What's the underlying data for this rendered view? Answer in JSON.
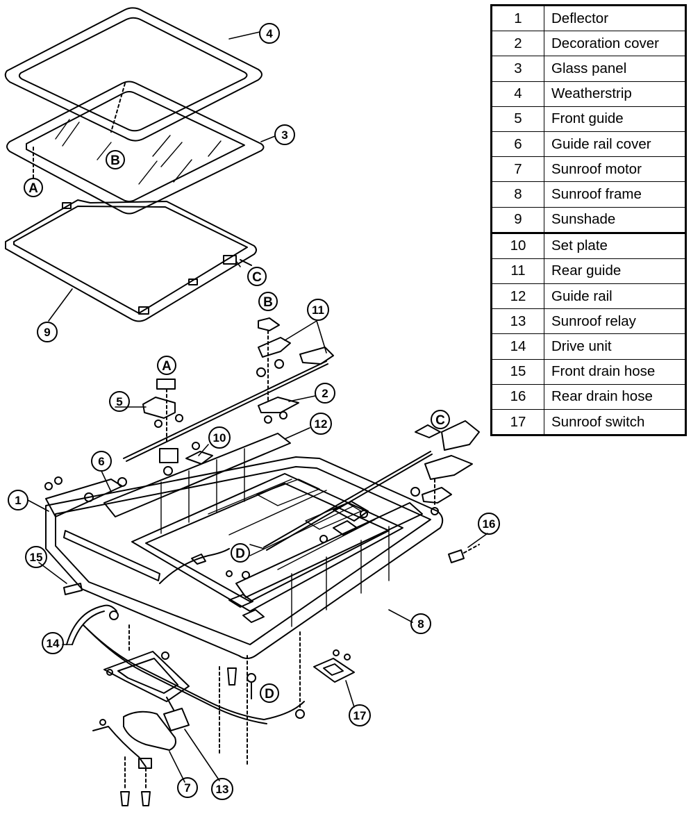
{
  "legend": {
    "rows": [
      {
        "num": "1",
        "name": "Deflector"
      },
      {
        "num": "2",
        "name": "Decoration cover"
      },
      {
        "num": "3",
        "name": "Glass panel"
      },
      {
        "num": "4",
        "name": "Weatherstrip"
      },
      {
        "num": "5",
        "name": "Front guide"
      },
      {
        "num": "6",
        "name": "Guide rail cover"
      },
      {
        "num": "7",
        "name": "Sunroof motor"
      },
      {
        "num": "8",
        "name": "Sunroof frame"
      },
      {
        "num": "9",
        "name": "Sunshade"
      },
      {
        "num": "10",
        "name": "Set plate"
      },
      {
        "num": "11",
        "name": "Rear guide"
      },
      {
        "num": "12",
        "name": "Guide rail"
      },
      {
        "num": "13",
        "name": "Sunroof relay"
      },
      {
        "num": "14",
        "name": "Drive unit"
      },
      {
        "num": "15",
        "name": "Front drain hose"
      },
      {
        "num": "16",
        "name": "Rear drain hose"
      },
      {
        "num": "17",
        "name": "Sunroof switch"
      }
    ]
  },
  "callouts": {
    "c1": "1",
    "c2": "2",
    "c3": "3",
    "c4": "4",
    "c5": "5",
    "c6": "6",
    "c7": "7",
    "c8": "8",
    "c9": "9",
    "c10": "10",
    "c11": "11",
    "c12": "12",
    "c13": "13",
    "c14": "14",
    "c15": "15",
    "c16": "16",
    "c17": "17"
  },
  "refs": {
    "a": "A",
    "b": "B",
    "c": "C",
    "d": "D"
  }
}
